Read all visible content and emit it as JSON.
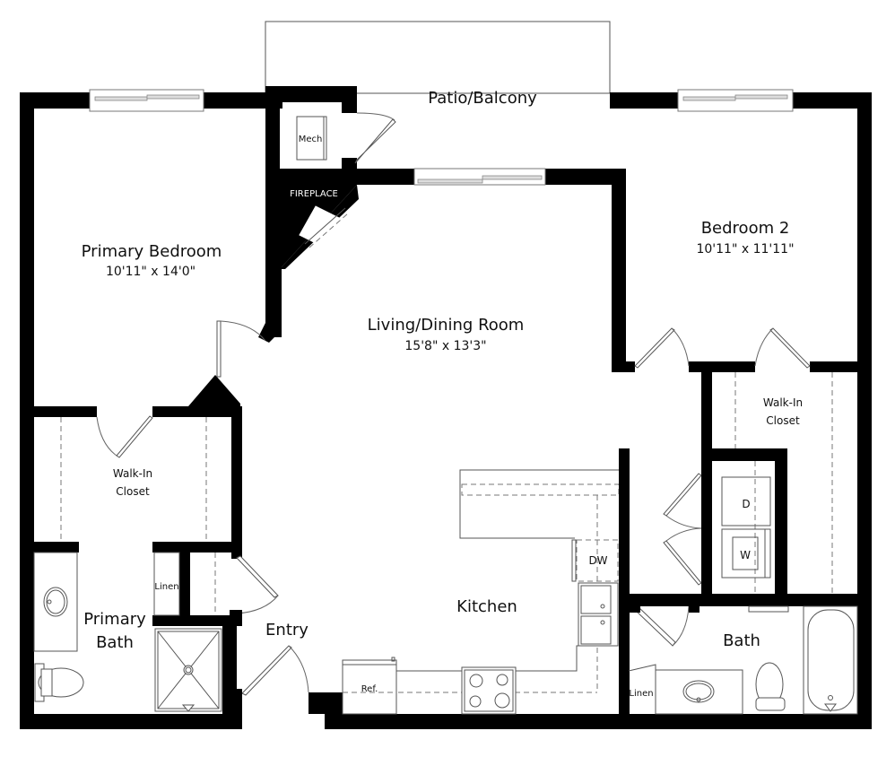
{
  "rooms": {
    "patio": {
      "name": "Patio/Balcony"
    },
    "primary_bedroom": {
      "name": "Primary Bedroom",
      "dimensions": "10'11\" x 14'0\""
    },
    "bedroom2": {
      "name": "Bedroom 2",
      "dimensions": "10'11\" x 11'11\""
    },
    "living_dining": {
      "name": "Living/Dining Room",
      "dimensions": "15'8\" x 13'3\""
    },
    "walkin_primary": {
      "name_line1": "Walk-In",
      "name_line2": "Closet"
    },
    "walkin_bed2": {
      "name_line1": "Walk-In",
      "name_line2": "Closet"
    },
    "primary_bath": {
      "name_line1": "Primary",
      "name_line2": "Bath"
    },
    "kitchen": {
      "name": "Kitchen"
    },
    "entry": {
      "name": "Entry"
    },
    "bath": {
      "name": "Bath"
    }
  },
  "fixtures": {
    "mech": "Mech",
    "fireplace": "FIREPLACE",
    "linen_primary": "Linen",
    "linen_bath": "Linen",
    "dishwasher": "DW",
    "refrigerator": "Ref.",
    "dryer": "D",
    "washer": "W"
  },
  "colors": {
    "wall": "#000000",
    "line": "#555555",
    "background": "#ffffff"
  }
}
